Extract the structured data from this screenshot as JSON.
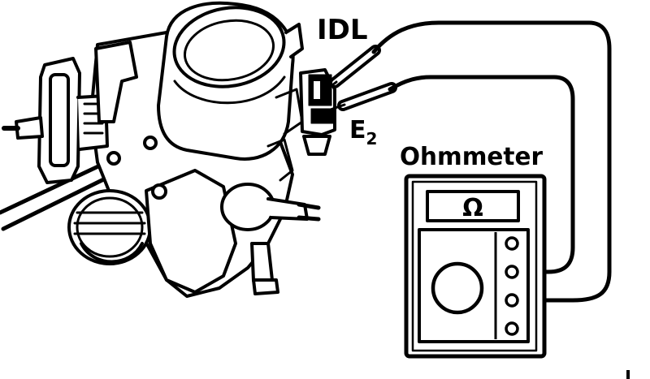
{
  "labels": {
    "idl": "IDL",
    "e2_letter": "E",
    "e2_subscript": "2",
    "ohmmeter": "Ohmmeter",
    "omega": "Ω"
  },
  "colors": {
    "ink": "#000000",
    "paper": "#ffffff"
  },
  "icons": {
    "display_symbol": "ohm-symbol-icon",
    "dial": "selector-dial-icon",
    "jacks": "terminal-jack-icon"
  }
}
